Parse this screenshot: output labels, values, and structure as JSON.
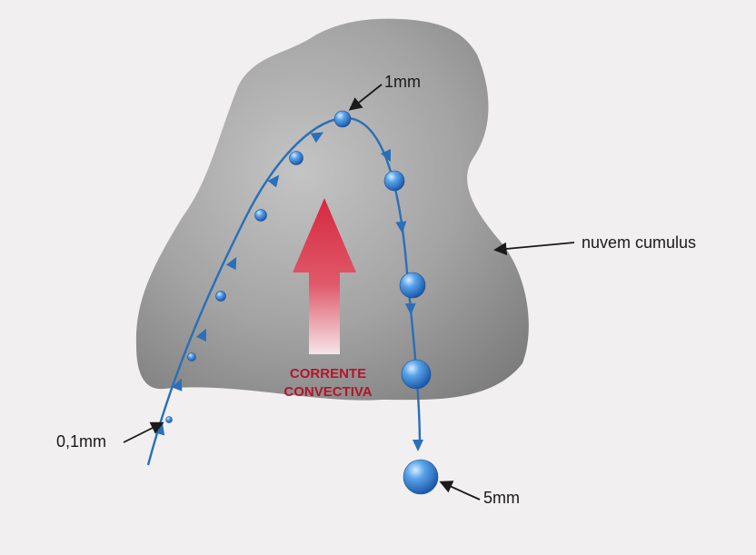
{
  "diagram": {
    "labels": {
      "smallest_drop": "0,1mm",
      "peak_drop": "1mm",
      "largest_drop": "5mm",
      "cloud": "nuvem cumulus"
    },
    "current": {
      "line1": "CORRENTE",
      "line2": "CONVECTIVA"
    },
    "colors": {
      "cloud": "#8f8f8f",
      "path": "#2a6fb8",
      "drop": "#2f7fd3",
      "arrow": "#d6283f",
      "current_text": "#b3152b"
    }
  }
}
